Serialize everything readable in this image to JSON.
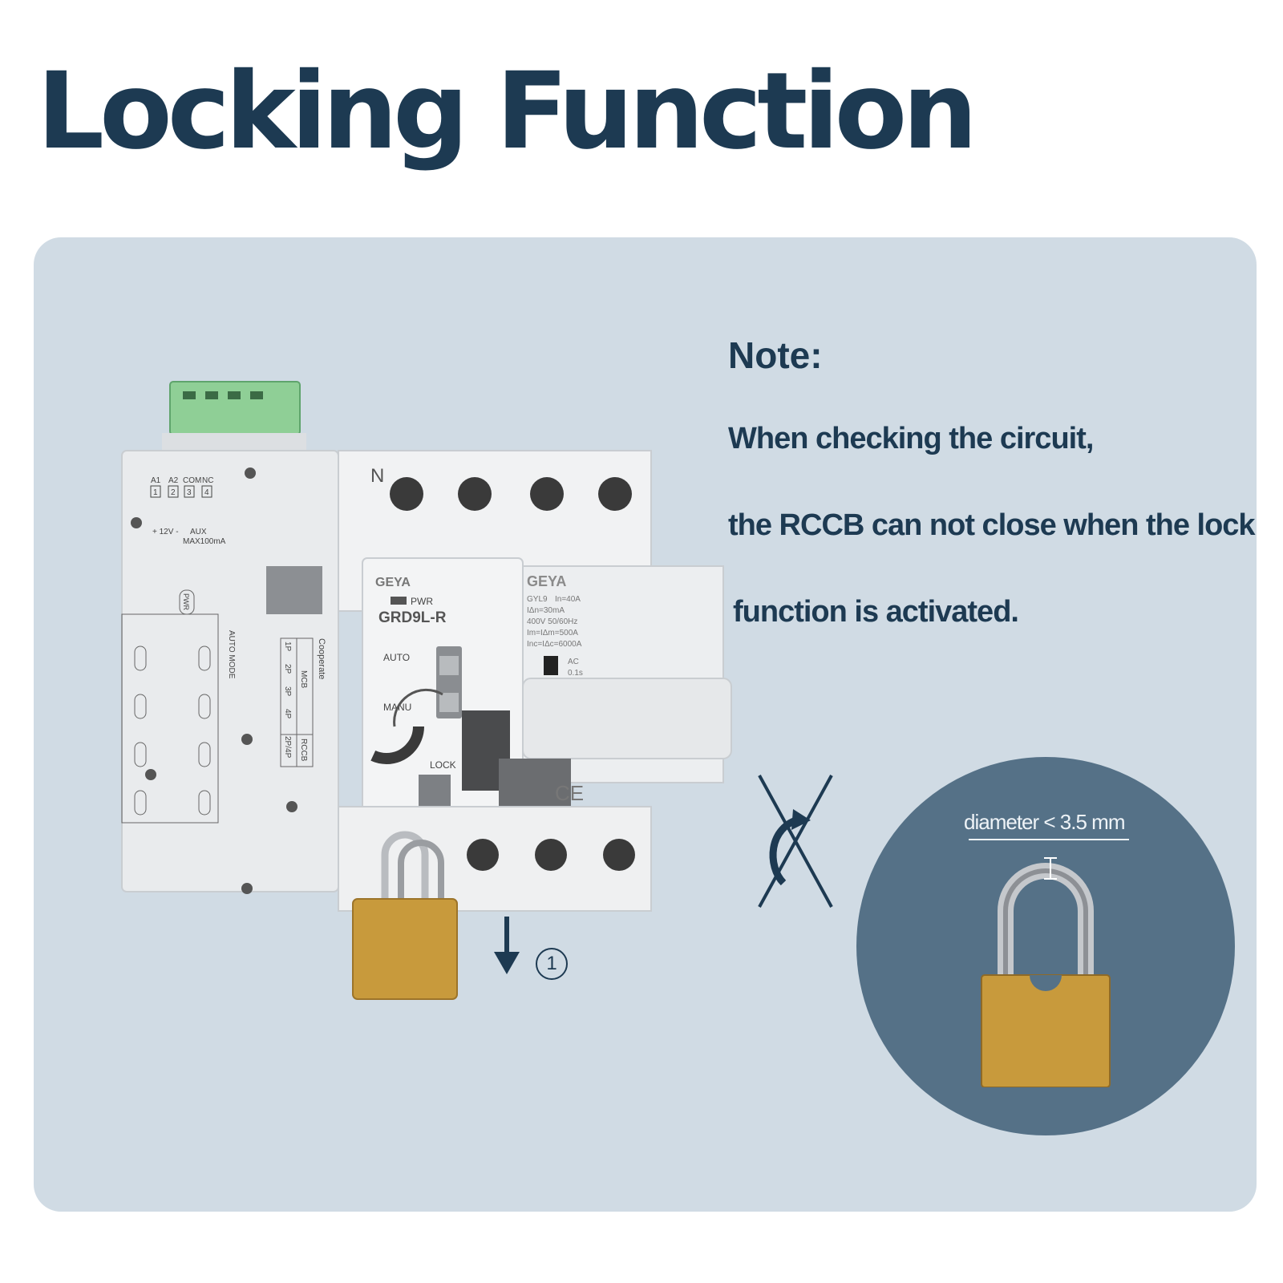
{
  "title": "Locking Function",
  "note": {
    "heading": "Note:",
    "lines": [
      "When checking the circuit,",
      "the RCCB can not close when the lock",
      "function is activated."
    ]
  },
  "diameter_label": "diameter < 3.5 mm",
  "step_number": "1",
  "device_labels": {
    "terminals": [
      "A1",
      "A2",
      "COM",
      "NC"
    ],
    "terminal_numbers": [
      "1",
      "2",
      "3",
      "4"
    ],
    "supply": "+ 12V -",
    "aux": "AUX",
    "aux_rating": "MAX100mA",
    "neutral": "N",
    "brand": "GEYA",
    "pwr": "PWR",
    "model": "GRD9L-R",
    "auto": "AUTO",
    "manu": "MANU",
    "lock": "LOCK",
    "auto_mode": "AUTO MODE",
    "cooperate": "Cooperate",
    "mcb": "MCB",
    "rccb": "RCCB",
    "poles_mcb": [
      "1P",
      "2P",
      "3P",
      "4P"
    ],
    "poles_rccb": "2P/4P",
    "rccb_model": "GYL9",
    "rating_in": "In=40A",
    "rating_idn": "IΔn=30mA",
    "rating_voltage": "400V 50/60Hz",
    "rating_im": "Im=IΔm=500A",
    "rating_inc": "Inc=IΔc=6000A",
    "rating_ac": "AC",
    "rating_time": "0.1s",
    "ce": "CE",
    "pwr_flow": "PWR"
  },
  "colors": {
    "title": "#1d3a52",
    "panel_bg": "#d0dbe4",
    "circle_bg": "#557187",
    "terminal_block": "#8fcf96",
    "device_body": "#ebedef",
    "brass": "#c89a3c"
  }
}
